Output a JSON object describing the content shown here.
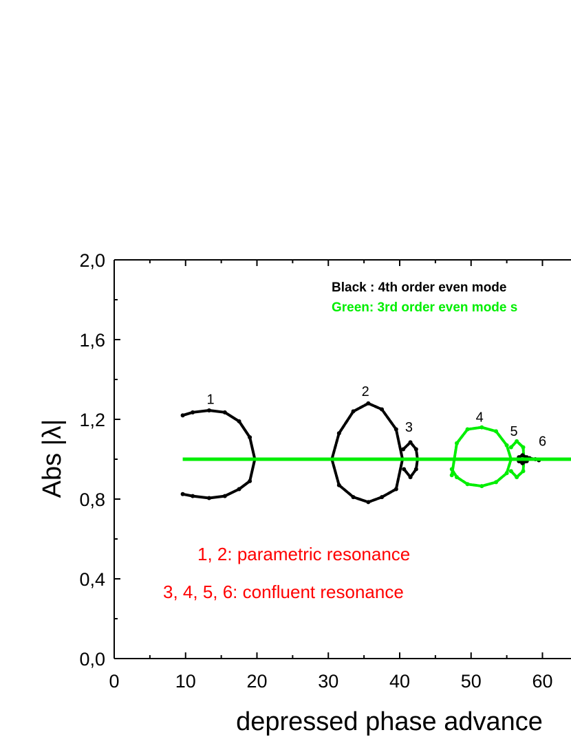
{
  "chart_data": {
    "type": "scatter",
    "xlabel": "depressed phase advance",
    "ylabel": "Abs |λ|",
    "xlim": [
      0,
      64
    ],
    "ylim": [
      0,
      2.0
    ],
    "x_ticks": [
      "0",
      "10",
      "20",
      "30",
      "40",
      "50",
      "60"
    ],
    "y_ticks": [
      "0,0",
      "0,4",
      "0,8",
      "1,2",
      "1,6",
      "2,0"
    ],
    "legend": [
      {
        "text": "Black :  4th order even mode",
        "color": "#000000"
      },
      {
        "text": "Green: 3rd order even mode s",
        "color": "#00ee00"
      }
    ],
    "annotations": [
      {
        "text": "1, 2: parametric resonance",
        "color": "#ff0000"
      },
      {
        "text": "3, 4, 5, 6: confluent resonance",
        "color": "#ff0000"
      }
    ],
    "resonance_labels": [
      {
        "text": "1",
        "x": 13.5,
        "y": 1.25
      },
      {
        "text": "2",
        "x": 35.2,
        "y": 1.29
      },
      {
        "text": "3",
        "x": 41.3,
        "y": 1.11
      },
      {
        "text": "4",
        "x": 51.2,
        "y": 1.16
      },
      {
        "text": "5",
        "x": 56.0,
        "y": 1.09
      },
      {
        "text": "6",
        "x": 60.0,
        "y": 1.04
      }
    ],
    "series": [
      {
        "color": "#000000",
        "points": [
          [
            9.6,
            1.22
          ],
          [
            11,
            1.235
          ],
          [
            13.3,
            1.245
          ],
          [
            15.5,
            1.235
          ],
          [
            17.5,
            1.19
          ],
          [
            19,
            1.11
          ],
          [
            19.7,
            1.0
          ],
          [
            19,
            0.89
          ],
          [
            17.5,
            0.85
          ],
          [
            15.5,
            0.815
          ],
          [
            13.3,
            0.805
          ],
          [
            11,
            0.815
          ],
          [
            9.6,
            0.825
          ]
        ]
      },
      {
        "color": "#000000",
        "points": [
          [
            30.5,
            1.0
          ],
          [
            31.5,
            1.13
          ],
          [
            33.5,
            1.24
          ],
          [
            35.6,
            1.28
          ],
          [
            37.5,
            1.25
          ],
          [
            39.5,
            1.15
          ],
          [
            40.4,
            1.0
          ],
          [
            39.5,
            0.85
          ],
          [
            37.5,
            0.81
          ],
          [
            35.6,
            0.785
          ],
          [
            33.5,
            0.81
          ],
          [
            31.5,
            0.87
          ],
          [
            30.5,
            1.0
          ]
        ]
      },
      {
        "color": "#000000",
        "points": [
          [
            40.5,
            1.05
          ],
          [
            41.5,
            1.085
          ],
          [
            42.3,
            1.05
          ],
          [
            42.5,
            1.0
          ],
          [
            42.3,
            0.95
          ],
          [
            41.5,
            0.91
          ],
          [
            40.6,
            0.95
          ]
        ]
      },
      {
        "color": "#00ee00",
        "points": [
          [
            47.3,
            0.92
          ],
          [
            48,
            1.08
          ],
          [
            49.5,
            1.15
          ],
          [
            51.5,
            1.16
          ],
          [
            53.5,
            1.14
          ],
          [
            55,
            1.07
          ],
          [
            55.6,
            1.0
          ],
          [
            55,
            0.93
          ],
          [
            53.5,
            0.885
          ],
          [
            51.5,
            0.865
          ],
          [
            49.5,
            0.875
          ],
          [
            48,
            0.91
          ],
          [
            47.3,
            0.95
          ]
        ]
      },
      {
        "color": "#00ee00",
        "points": [
          [
            55.6,
            1.06
          ],
          [
            56.4,
            1.09
          ],
          [
            57.3,
            1.06
          ],
          [
            57.4,
            1.0
          ],
          [
            57.3,
            0.94
          ],
          [
            56.4,
            0.91
          ],
          [
            55.6,
            0.94
          ]
        ]
      },
      {
        "color": "#000000",
        "points": [
          [
            56.7,
            1.01
          ],
          [
            57.2,
            1.02
          ],
          [
            57.8,
            1.01
          ],
          [
            57.9,
            1.0
          ],
          [
            57.8,
            0.99
          ],
          [
            57.2,
            0.98
          ],
          [
            56.7,
            0.99
          ],
          [
            58.2,
            1.005
          ],
          [
            59,
            1.0
          ],
          [
            59.5,
            0.995
          ]
        ]
      },
      {
        "color": "#00ee00",
        "points": [
          [
            9.6,
            1.0
          ],
          [
            64,
            1.0
          ]
        ]
      }
    ]
  }
}
